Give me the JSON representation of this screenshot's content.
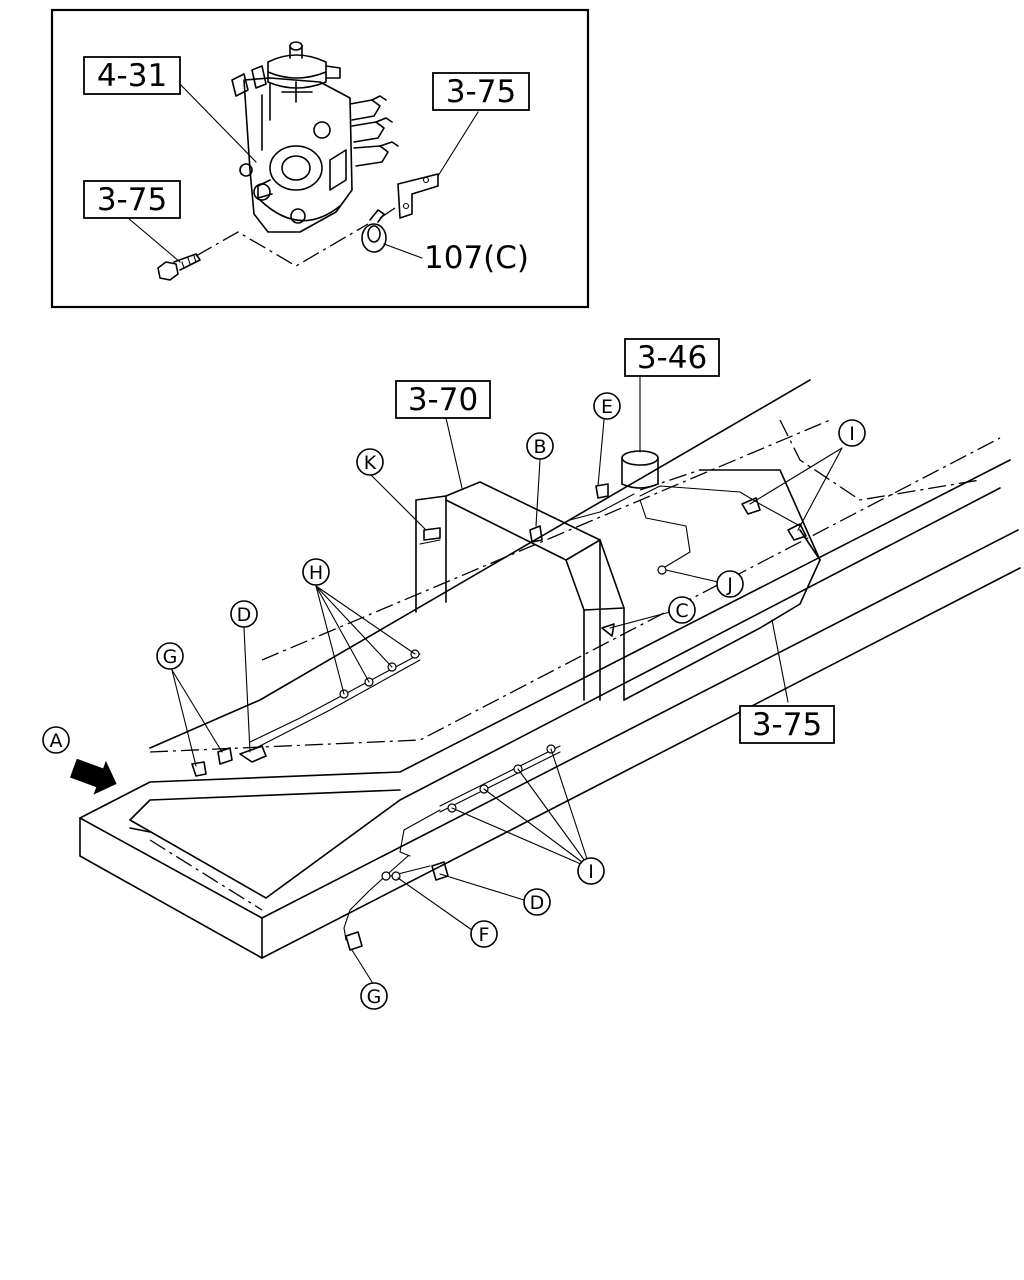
{
  "inset": {
    "labels": {
      "part_4_31": "4-31",
      "part_3_75_top": "3-75",
      "part_3_75_left": "3-75",
      "part_107c": "107(C)"
    }
  },
  "main": {
    "boxed_labels": {
      "part_3_46": "3-46",
      "part_3_70": "3-70",
      "part_3_75": "3-75"
    },
    "callouts": {
      "A": "A",
      "B": "B",
      "C": "C",
      "D_top": "D",
      "D_bottom": "D",
      "E": "E",
      "F": "F",
      "G_top": "G",
      "G_bottom": "G",
      "H": "H",
      "I_top": "I",
      "I_bottom": "I",
      "J": "J",
      "K": "K"
    }
  }
}
